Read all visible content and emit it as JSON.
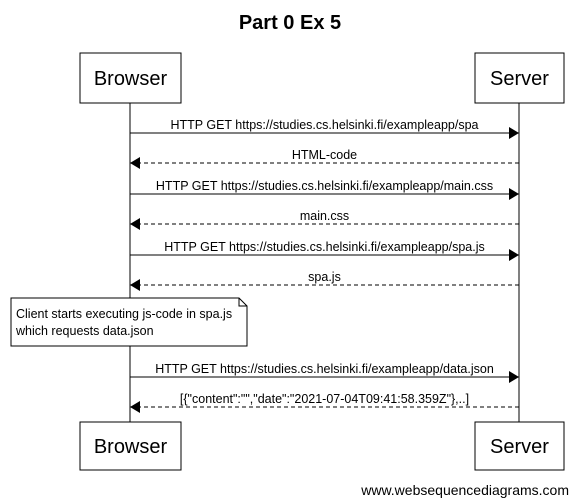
{
  "title": "Part 0 Ex 5",
  "participants": [
    {
      "id": "browser",
      "label": "Browser"
    },
    {
      "id": "server",
      "label": "Server"
    }
  ],
  "steps": [
    {
      "kind": "message",
      "from": "browser",
      "to": "server",
      "style": "solid",
      "label": "HTTP GET https://studies.cs.helsinki.fi/exampleapp/spa"
    },
    {
      "kind": "message",
      "from": "server",
      "to": "browser",
      "style": "dashed",
      "label": "HTML-code"
    },
    {
      "kind": "message",
      "from": "browser",
      "to": "server",
      "style": "solid",
      "label": "HTTP GET https://studies.cs.helsinki.fi/exampleapp/main.css"
    },
    {
      "kind": "message",
      "from": "server",
      "to": "browser",
      "style": "dashed",
      "label": "main.css"
    },
    {
      "kind": "message",
      "from": "browser",
      "to": "server",
      "style": "solid",
      "label": "HTTP GET https://studies.cs.helsinki.fi/exampleapp/spa.js"
    },
    {
      "kind": "message",
      "from": "server",
      "to": "browser",
      "style": "dashed",
      "label": "spa.js"
    },
    {
      "kind": "note",
      "over": "browser",
      "lines": [
        "Client starts executing js-code in spa.js",
        "which requests data.json"
      ]
    },
    {
      "kind": "message",
      "from": "browser",
      "to": "server",
      "style": "solid",
      "label": "HTTP GET https://studies.cs.helsinki.fi/exampleapp/data.json"
    },
    {
      "kind": "message",
      "from": "server",
      "to": "browser",
      "style": "dashed",
      "label": "[{\"content\":\"\",\"date\":\"2021-07-04T09:41:58.359Z\"},..]"
    }
  ],
  "watermark": "www.websequencediagrams.com"
}
